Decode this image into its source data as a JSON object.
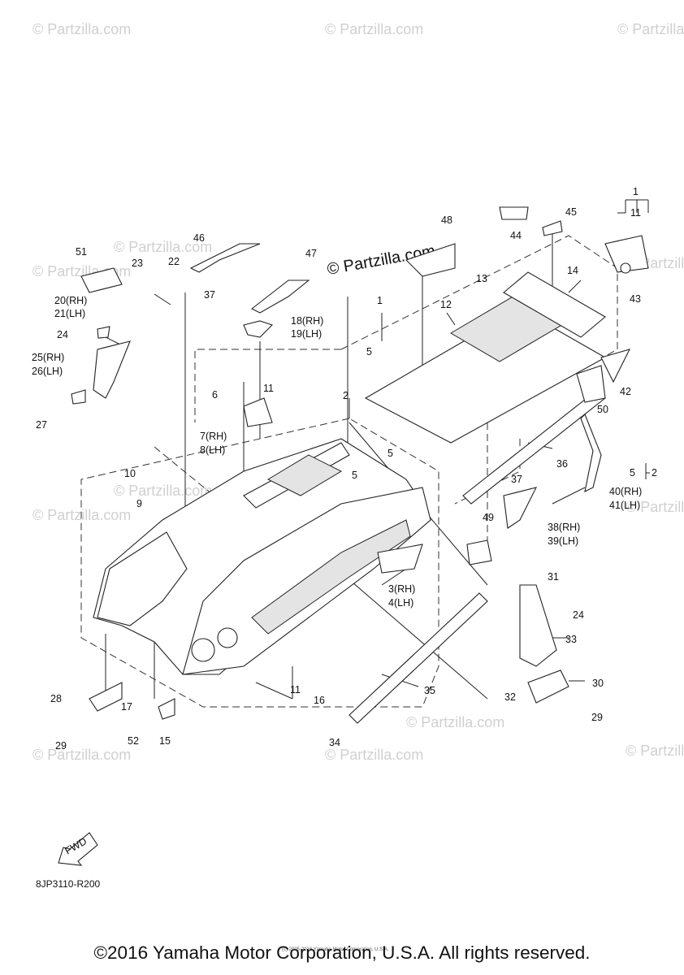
{
  "watermark": {
    "text": "© Partzilla.com",
    "center_text": "© Partzilla.com"
  },
  "diagram_code": "8JP3110-R200",
  "fwd_label": "FWD",
  "small_copyright": "(c) 2005-2016 Yamaha Motor Corporation, U.S.A.",
  "copyright": "©2016 Yamaha Motor Corporation, U.S.A. All rights reserved.",
  "callouts": [
    "1",
    "11",
    "43",
    "45",
    "44",
    "48",
    "47",
    "46",
    "51",
    "23",
    "22",
    "20(RH)",
    "21(LH)",
    "24",
    "25(RH)",
    "26(LH)",
    "27",
    "37",
    "18(RH)",
    "19(LH)",
    "1",
    "12",
    "13",
    "14",
    "5",
    "42",
    "6",
    "7(RH)",
    "8(LH)",
    "11",
    "2",
    "50",
    "36",
    "5",
    "2",
    "10",
    "9",
    "5",
    "5",
    "37",
    "40(RH)",
    "41(LH)",
    "38(RH)",
    "39(LH)",
    "49",
    "3(RH)",
    "4(LH)",
    "31",
    "24",
    "33",
    "30",
    "32",
    "29",
    "35",
    "11",
    "16",
    "34",
    "28",
    "17",
    "15",
    "29",
    "52"
  ]
}
